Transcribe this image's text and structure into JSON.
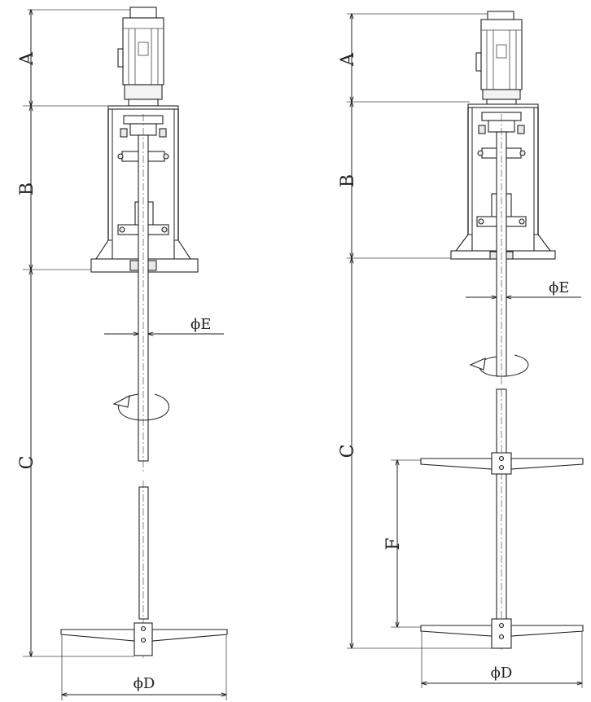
{
  "drawings": [
    {
      "name": "single-impeller",
      "dims": {
        "A": "A",
        "B": "B",
        "C": "C",
        "D": "ϕD",
        "E": "ϕE"
      }
    },
    {
      "name": "double-impeller",
      "dims": {
        "A": "A",
        "B": "B",
        "C": "C",
        "D": "ϕD",
        "E": "ϕE",
        "F": "F"
      }
    }
  ]
}
